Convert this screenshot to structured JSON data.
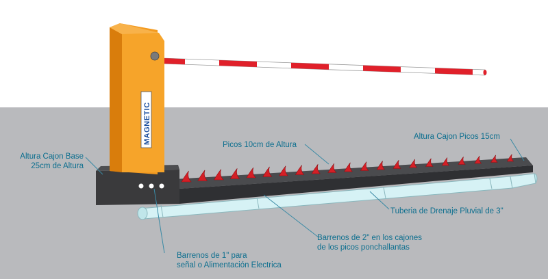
{
  "brand": "MAGNETIC",
  "labels": {
    "base_height": [
      "Altura Cajon Base",
      "25cm de Altura"
    ],
    "spikes_height": "Picos 10cm de Altura",
    "spike_box_height": "Altura Cajon Picos 15cm",
    "drain_pipe": "Tuberia de Drenaje Pluvial de 3\"",
    "holes_2in": [
      "Barrenos de 2\" en los cajones",
      "de los picos ponchallantas"
    ],
    "holes_1in": [
      "Barrenos de 1\" para",
      "señal o Alimentación Electrica"
    ]
  },
  "colors": {
    "sky": "#ffffff",
    "ground": "#b9babd",
    "housing": "#f39a1f",
    "arm_red": "#e0202a",
    "spike_red": "#d41f26",
    "base_box": "#3a3a3c",
    "pipe": "#cdeef2",
    "label_text": "#0d6f8f"
  }
}
